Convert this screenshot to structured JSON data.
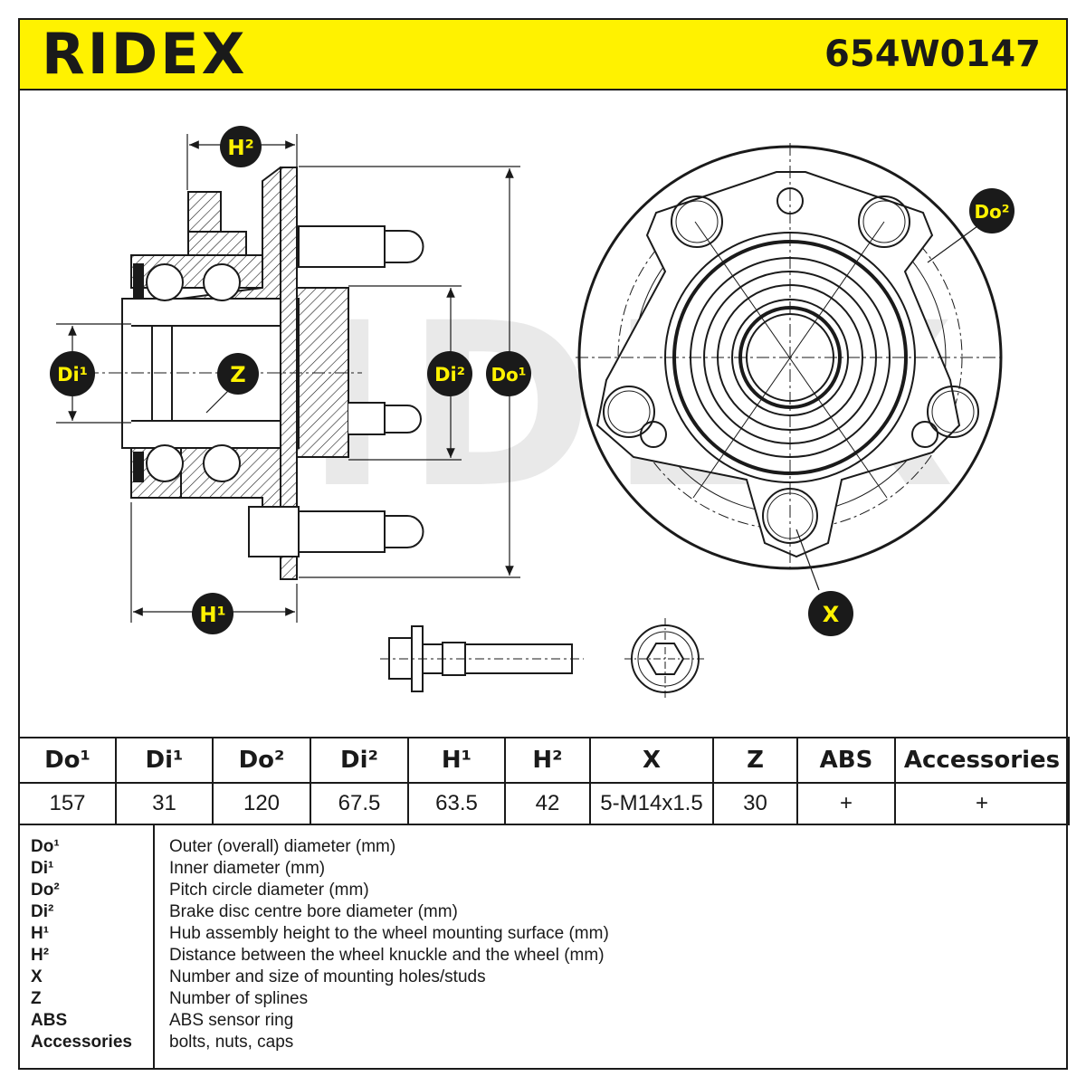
{
  "header": {
    "brand": "RIDEX",
    "part_number": "654W0147",
    "accent_color": "#fff200"
  },
  "callouts": {
    "h2": "H²",
    "h1": "H¹",
    "di1": "Di¹",
    "z": "Z",
    "di2": "Di²",
    "do1": "Do¹",
    "do2": "Do²",
    "x": "X"
  },
  "watermark": "RIDEX",
  "table": {
    "headers": [
      "Do¹",
      "Di¹",
      "Do²",
      "Di²",
      "H¹",
      "H²",
      "X",
      "Z",
      "ABS",
      "Accessories"
    ],
    "values": [
      "157",
      "31",
      "120",
      "67.5",
      "63.5",
      "42",
      "5-M14x1.5",
      "30",
      "+",
      "+"
    ]
  },
  "legend": [
    {
      "key": "Do¹",
      "desc": "Outer (overall) diameter (mm)"
    },
    {
      "key": "Di¹",
      "desc": "Inner diameter (mm)"
    },
    {
      "key": "Do²",
      "desc": "Pitch circle diameter (mm)"
    },
    {
      "key": "Di²",
      "desc": "Brake disc centre bore diameter (mm)"
    },
    {
      "key": "H¹",
      "desc": "Hub assembly height to the wheel mounting surface (mm)"
    },
    {
      "key": "H²",
      "desc": "Distance between the wheel knuckle and the wheel (mm)"
    },
    {
      "key": "X",
      "desc": "Number and size of mounting holes/studs"
    },
    {
      "key": "Z",
      "desc": "Number of splines"
    },
    {
      "key": "ABS",
      "desc": "ABS sensor ring"
    },
    {
      "key": "Accessories",
      "desc": "bolts, nuts, caps"
    }
  ]
}
